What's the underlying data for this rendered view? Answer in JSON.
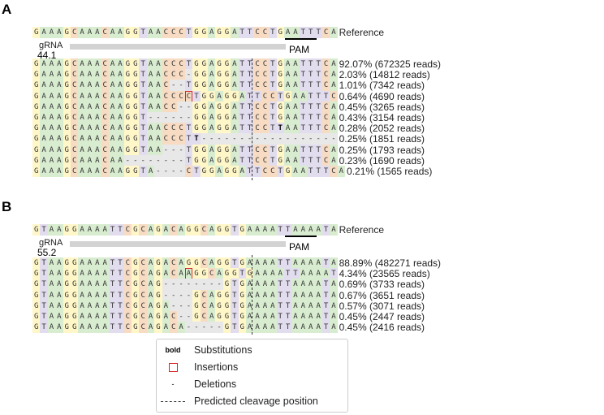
{
  "colors": {
    "A": "#d8ecd0",
    "C": "#f7dcc3",
    "G": "#fff7c8",
    "T": "#e2dcef",
    "N": "#ffffff",
    "deleted": "#e8e8e8",
    "insertion_box": "#d62728"
  },
  "panels": [
    {
      "label": "A",
      "reference_seq": "GAAAGCAAACAAGGTAACCCTGGAGGATTCCTGAATTTCA",
      "reference_label": "Reference",
      "grna_label": "gRNA",
      "grna_score": "44.1",
      "pam_label": "PAM",
      "rows": [
        {
          "seq": "GAAAGCAAACAAGGTAACCCTGGAGGATTCCTGAATTTCA",
          "label": "92.07% (672325 reads)"
        },
        {
          "seq": "GAAAGCAAACAAGGTAACCC-GGAGGATTCCTGAATTTCA",
          "label": "2.03% (14812 reads)"
        },
        {
          "seq": "GAAAGCAAACAAGGTAAC--TGGAGGATTCCTGAATTTCA",
          "label": "1.01% (7342 reads)"
        },
        {
          "seq": "GAAAGCAAACAAGGTAACCCCTGGAGGATTCCTGAATTTC",
          "label": "0.64% (4690 reads)",
          "ins": [
            20
          ]
        },
        {
          "seq": "GAAAGCAAACAAGGTAACC--GGAGGATTCCTGAATTTCA",
          "label": "0.45% (3265 reads)"
        },
        {
          "seq": "GAAAGCAAACAAGGT------GGAGGATTCCTGAATTTCA",
          "label": "0.43% (3154 reads)"
        },
        {
          "seq": "GAAAGCAAACAAGGTAACCCTGGAGGATTCCTTAATTTCA",
          "label": "0.28% (2052 reads)",
          "bold": [
            32
          ]
        },
        {
          "seq": "GAAAGCAAACAAGGTAACCCTT------------------",
          "label": "0.25% (1851 reads)",
          "bold": [
            21
          ]
        },
        {
          "seq": "GAAAGCAAACAAGGTAA---TGGAGGATTCCTGAATTTCA",
          "label": "0.25% (1793 reads)"
        },
        {
          "seq": "GAAAGCAAACAA--------TGGAGGATTCCTGAATTTCA",
          "label": "0.23% (1690 reads)"
        },
        {
          "seq": "GAAAGCAAACAAGGTA----CTGGAGGATTCCTGAATTTCA",
          "label": "0.21% (1565 reads)"
        }
      ]
    },
    {
      "label": "B",
      "reference_seq": "GTAAGGAAAATTCGCAGACAGGCAGGTGAAAATTAAAATA",
      "reference_label": "Reference",
      "grna_label": "gRNA",
      "grna_score": "55.2",
      "pam_label": "PAM",
      "rows": [
        {
          "seq": "GTAAGGAAAATTCGCAGACAGGCAGGTGAAAATTAAAATA",
          "label": "88.89% (482271 reads)"
        },
        {
          "seq": "GTAAGGAAAATTCGCAGACAAGGCAGGTGAAAATTAAAAT",
          "label": "4.34% (23565 reads)",
          "ins": [
            20
          ]
        },
        {
          "seq": "GTAAGGAAAATTCGCAG--------GTGAAAATTAAAATA",
          "label": "0.69% (3733 reads)"
        },
        {
          "seq": "GTAAGGAAAATTCGCAG----GCAGGTGAAAATTAAAATA",
          "label": "0.67% (3651 reads)"
        },
        {
          "seq": "GTAAGGAAAATTCGCAGA---GCAGGTGAAAATTAAAATA",
          "label": "0.57% (3071 reads)"
        },
        {
          "seq": "GTAAGGAAAATTCGCAGAC--GCAGGTGAAAATTAAAATA",
          "label": "0.45% (2447 reads)"
        },
        {
          "seq": "GTAAGGAAAATTCGCAGACA-----GTGAAAATTAAAATA",
          "label": "0.45% (2416 reads)"
        }
      ]
    }
  ],
  "legend": {
    "bold_symbol": "bold",
    "substitutions": "Substitutions",
    "insertions": "Insertions",
    "deletion_symbol": "-",
    "deletions": "Deletions",
    "cleavage": "Predicted cleavage position"
  }
}
